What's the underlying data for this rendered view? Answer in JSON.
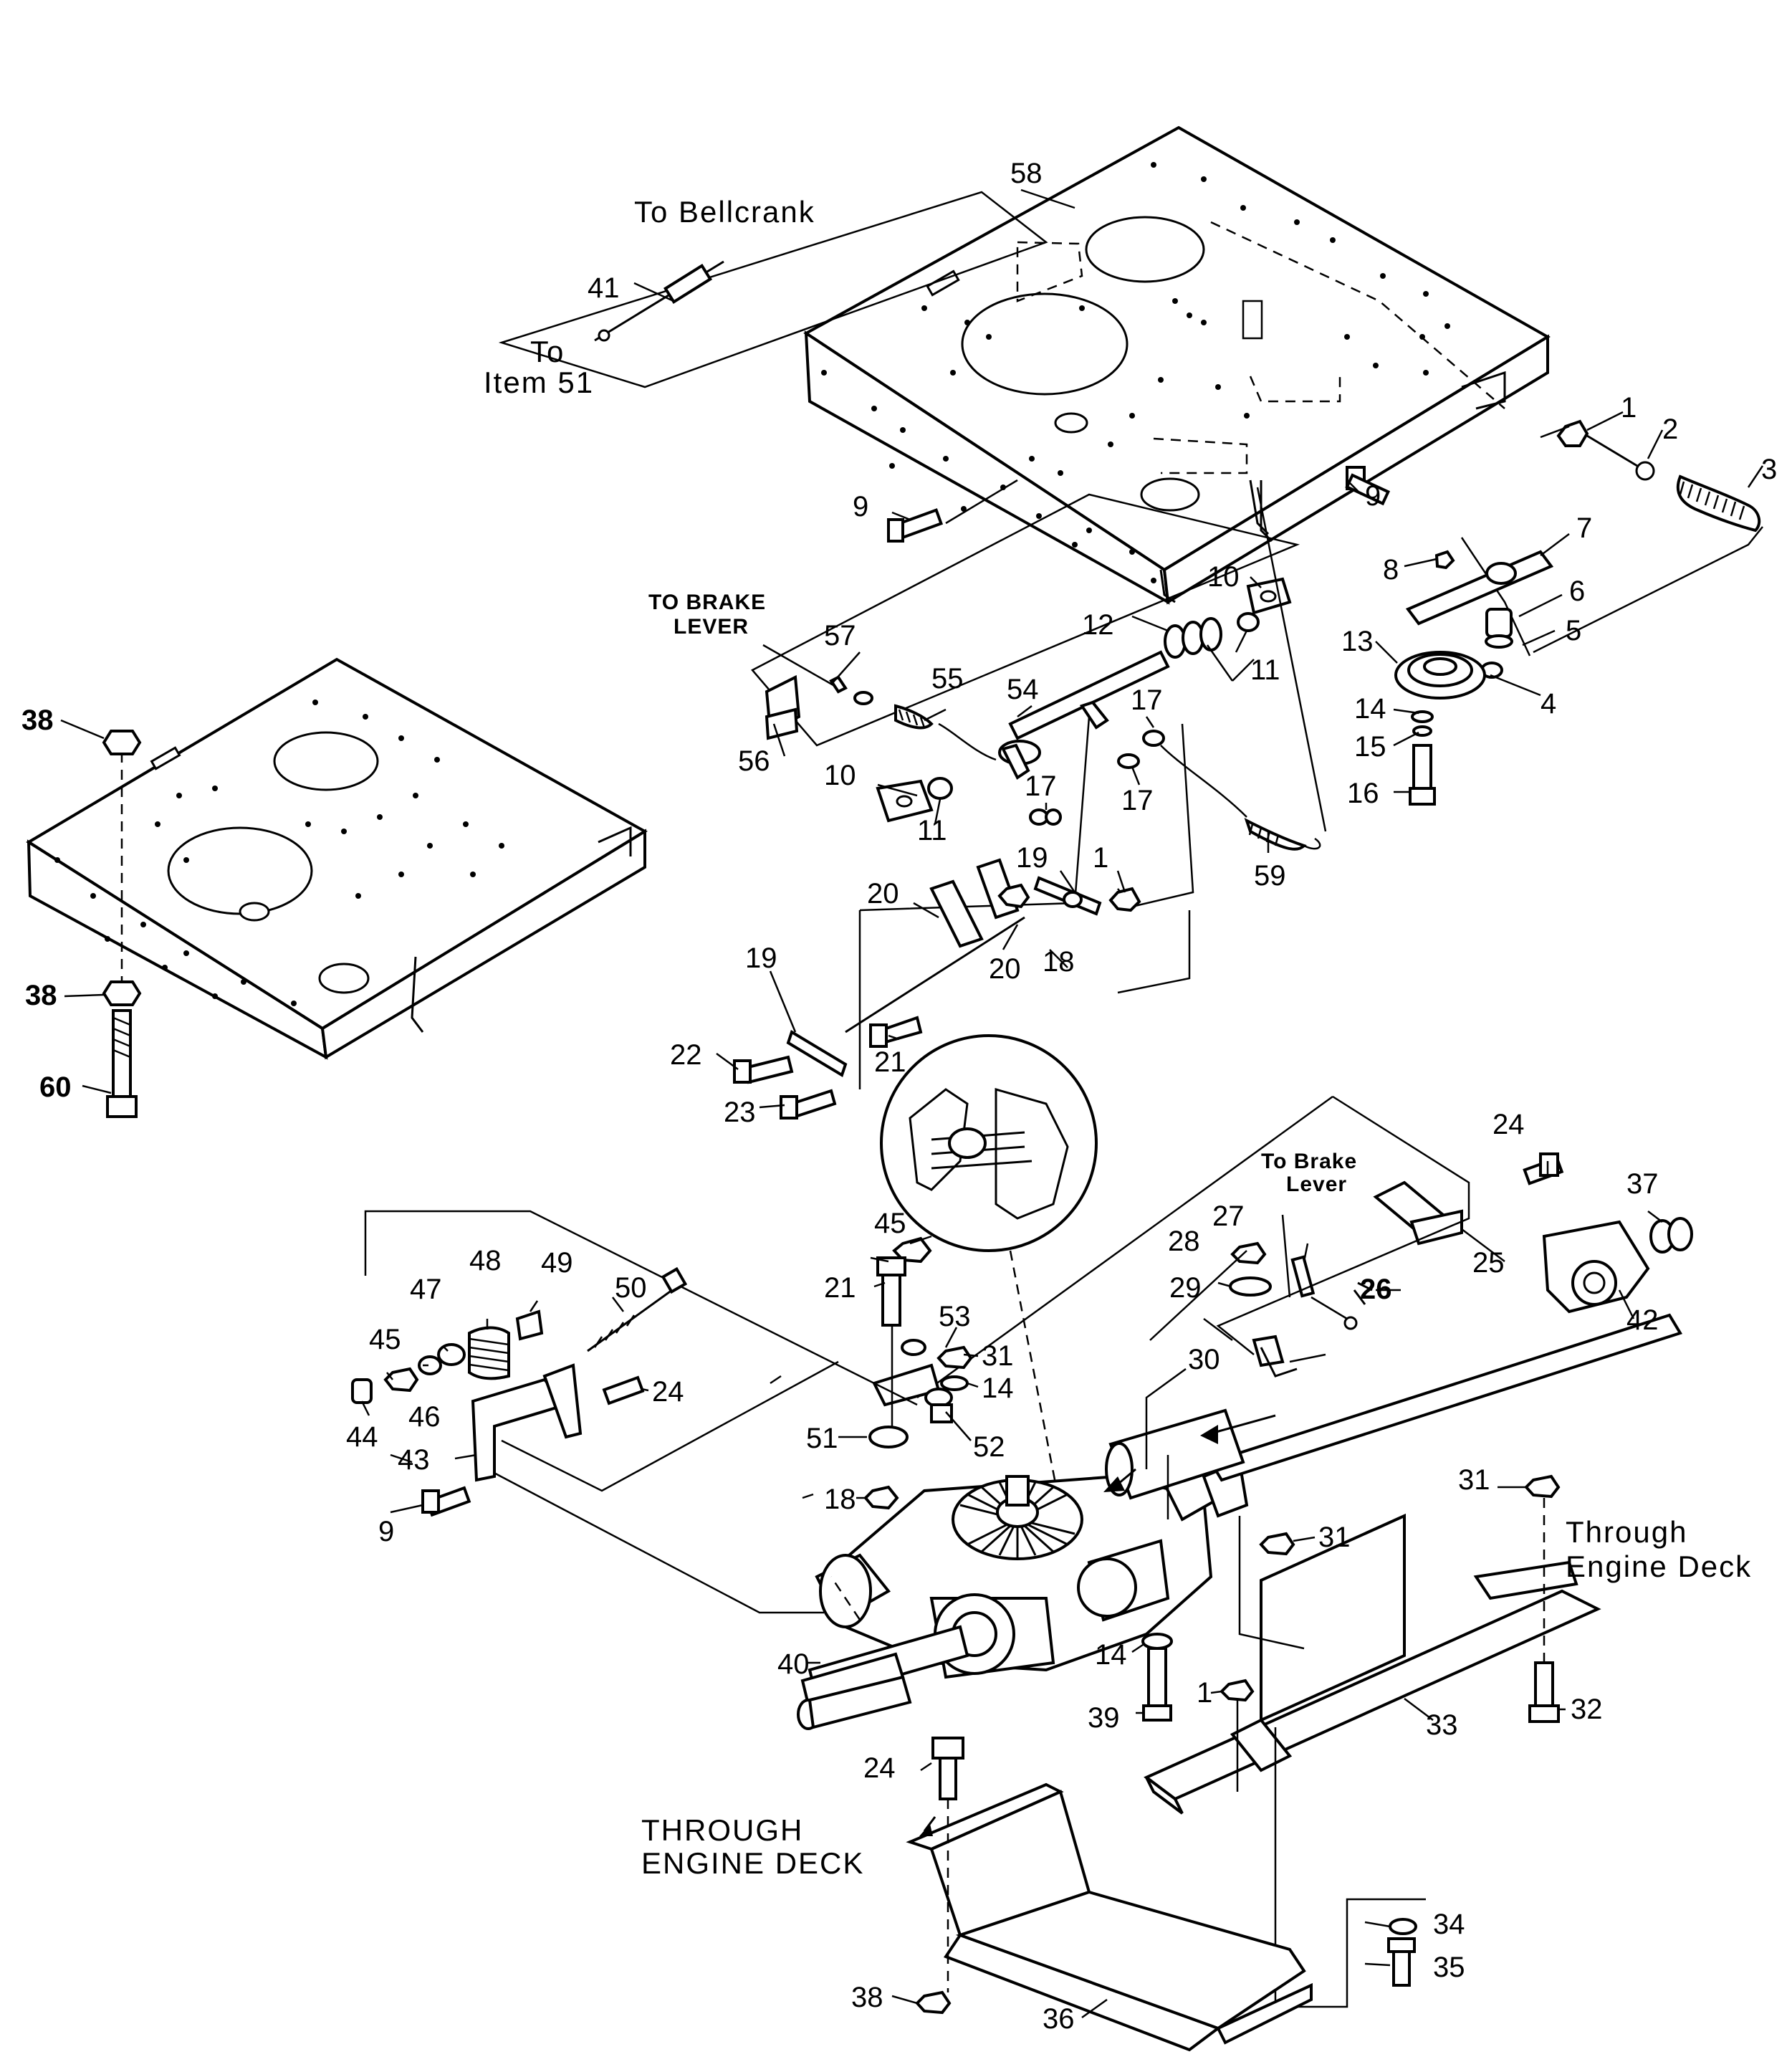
{
  "callouts": {
    "c1a": "1",
    "c2": "2",
    "c3": "3",
    "c4": "4",
    "c5": "5",
    "c6": "6",
    "c7": "7",
    "c8": "8",
    "c9a": "9",
    "c9b": "9",
    "c9c": "9",
    "c10a": "10",
    "c10b": "10",
    "c11a": "11",
    "c11b": "11",
    "c12": "12",
    "c13": "13",
    "c14a": "14",
    "c14b": "14",
    "c14c": "14",
    "c15": "15",
    "c16": "16",
    "c17a": "17",
    "c17b": "17",
    "c17c": "17",
    "c18a": "18",
    "c18b": "18",
    "c19a": "19",
    "c19b": "19",
    "c20a": "20",
    "c20b": "20",
    "c21a": "21",
    "c21b": "21",
    "c22": "22",
    "c23": "23",
    "c24a": "24",
    "c24b": "24",
    "c24c": "24",
    "c25": "25",
    "c26": "26",
    "c27": "27",
    "c28": "28",
    "c29": "29",
    "c30": "30",
    "c31a": "31",
    "c31b": "31",
    "c31c": "31",
    "c32": "32",
    "c33": "33",
    "c34": "34",
    "c35": "35",
    "c36": "36",
    "c37": "37",
    "c38a": "38",
    "c38b": "38",
    "c38c": "38",
    "c39": "39",
    "c40": "40",
    "c41": "41",
    "c42": "42",
    "c43": "43",
    "c44": "44",
    "c45a": "45",
    "c45b": "45",
    "c46": "46",
    "c47": "47",
    "c48": "48",
    "c49": "49",
    "c50": "50",
    "c51": "51",
    "c52": "52",
    "c53": "53",
    "c54": "54",
    "c55": "55",
    "c56": "56",
    "c57": "57",
    "c58": "58",
    "c59": "59",
    "c60": "60",
    "c1b": "1",
    "c1c": "1"
  },
  "notes": {
    "to_bellcrank": "To Bellcrank",
    "to_item_line1": "To",
    "to_item_line2": "Item 51",
    "to_brake_lever_upper_1": "TO BRAKE",
    "to_brake_lever_upper_2": "LEVER",
    "to_brake_lever_lower_1": "To Brake",
    "to_brake_lever_lower_2": "Lever",
    "through_engine_deck_right_1": "Through",
    "through_engine_deck_right_2": "Engine Deck",
    "through_engine_deck_left_1": "THROUGH",
    "through_engine_deck_left_2": "ENGINE DECK"
  }
}
